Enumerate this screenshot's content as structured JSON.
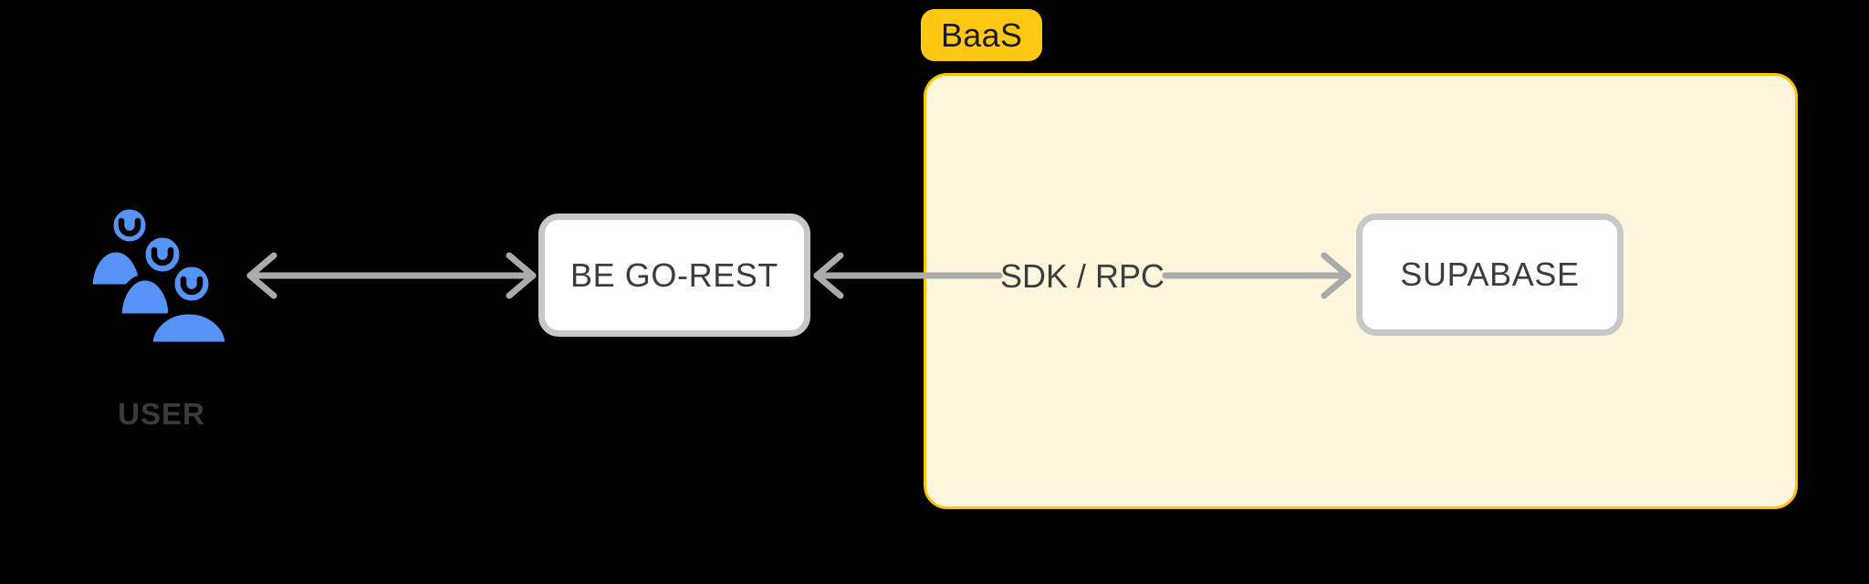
{
  "colors": {
    "background": "#000000",
    "arrow": "#ABABAB",
    "node_border": "#C8C8C8",
    "node_fill": "#FFFFFF",
    "text": "#3D3D3D",
    "group_fill": "#FDF6DC",
    "group_border": "#FFC400",
    "tag_fill": "#FFC913",
    "tag_text": "#1C1C1C",
    "user_icon": "#5593F7"
  },
  "diagram": {
    "user": {
      "label": "USER",
      "icon": "users-icon"
    },
    "nodes": {
      "backend": {
        "label": "BE GO-REST"
      },
      "database": {
        "label": "SUPABASE"
      }
    },
    "group": {
      "tag": "BaaS"
    },
    "edges": {
      "user_backend": {
        "type": "bidirectional"
      },
      "baas_backend": {
        "label": "SDK / RPC"
      }
    }
  }
}
